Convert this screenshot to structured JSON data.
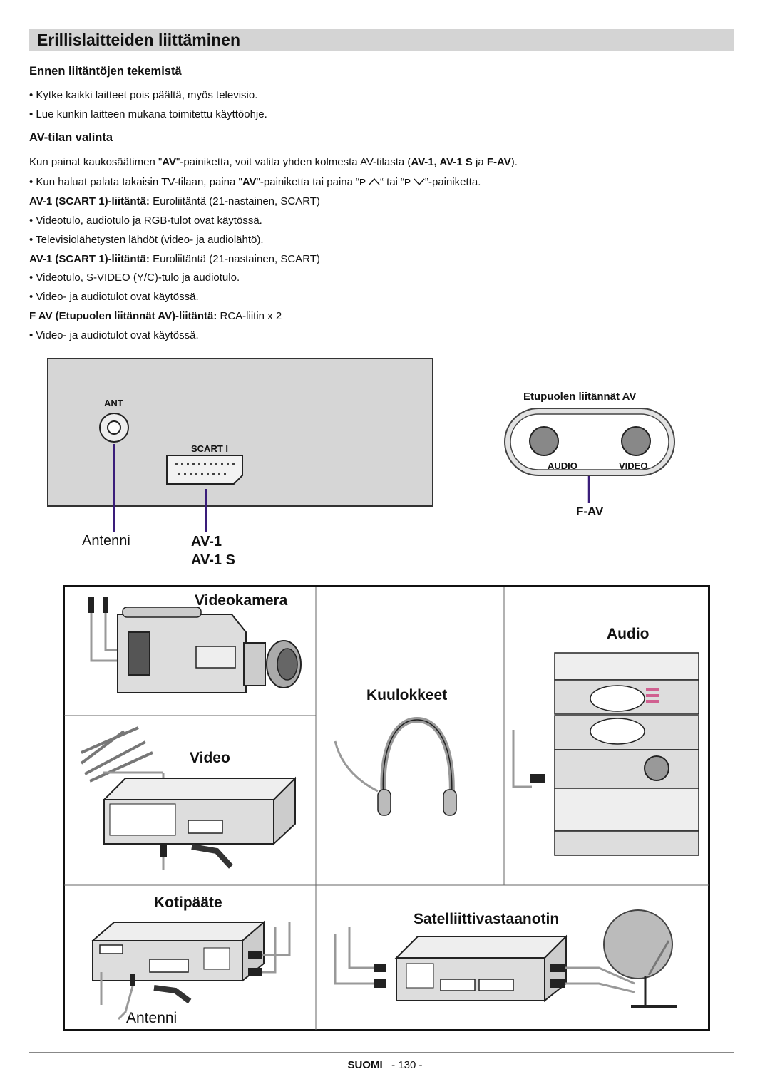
{
  "title": "Erillislaitteiden liittäminen",
  "sections": {
    "before": {
      "heading": "Ennen liitäntöjen tekemistä",
      "bullets": [
        "• Kytke kaikki laitteet pois päältä, myös televisio.",
        "• Lue kunkin laitteen mukana toimitettu käyttöohje."
      ]
    },
    "av": {
      "heading": "AV-tilan valinta",
      "intro_a": "Kun painat kaukosäätimen \"",
      "intro_b": "AV",
      "intro_c": "\"-painiketta, voit valita yhden kolmesta AV-tilasta (",
      "intro_d": "AV-1, AV-1 S",
      "intro_e": " ja ",
      "intro_f": "F-AV",
      "intro_g": ").",
      "return_a": "• Kun haluat palata takaisin TV-tilaan, paina \"",
      "return_b": "AV",
      "return_c": "\"-painiketta tai paina “",
      "return_p1": "P",
      "return_d": "“ tai “",
      "return_p2": "P",
      "return_e": "”-painiketta.",
      "av1_label": "AV-1 (SCART 1)-liitäntä:",
      "av1_text": " Euroliitäntä (21-nastainen, SCART)",
      "av1_b1": "• Videotulo, audiotulo ja RGB-tulot ovat käytössä.",
      "av1_b2": "• Televisiolähetysten lähdöt (video- ja audiolähtö).",
      "av1s_label": "AV-1 (SCART 1)-liitäntä:",
      "av1s_text": " Euroliitäntä (21-nastainen, SCART)",
      "av1s_b1": "• Videotulo, S-VIDEO (Y/C)-tulo ja audiotulo.",
      "av1s_b2": "• Video- ja audiotulot ovat käytössä.",
      "fav_label": "F AV (Etupuolen liitännät AV)-liitäntä:",
      "fav_text": " RCA-liitin x 2",
      "fav_b1": "• Video- ja audiotulot ovat käytössä."
    }
  },
  "diagram": {
    "ant_label": "ANT",
    "scart_label": "SCART I",
    "front_title": "Etupuolen liitännät AV",
    "audio_label": "AUDIO",
    "video_label": "VIDEO",
    "fav_label": "F-AV",
    "antenni_label": "Antenni",
    "av1_label": "AV-1",
    "av1s_label": "AV-1 S"
  },
  "devices": {
    "videokamera": "Videokamera",
    "audio": "Audio",
    "kuulokkeet": "Kuulokkeet",
    "video": "Video",
    "kotipaate": "Kotipääte",
    "satelliitti": "Satelliittivastaanotin",
    "antenni": "Antenni"
  },
  "footer": {
    "language": "SUOMI",
    "page": "- 130 -"
  }
}
